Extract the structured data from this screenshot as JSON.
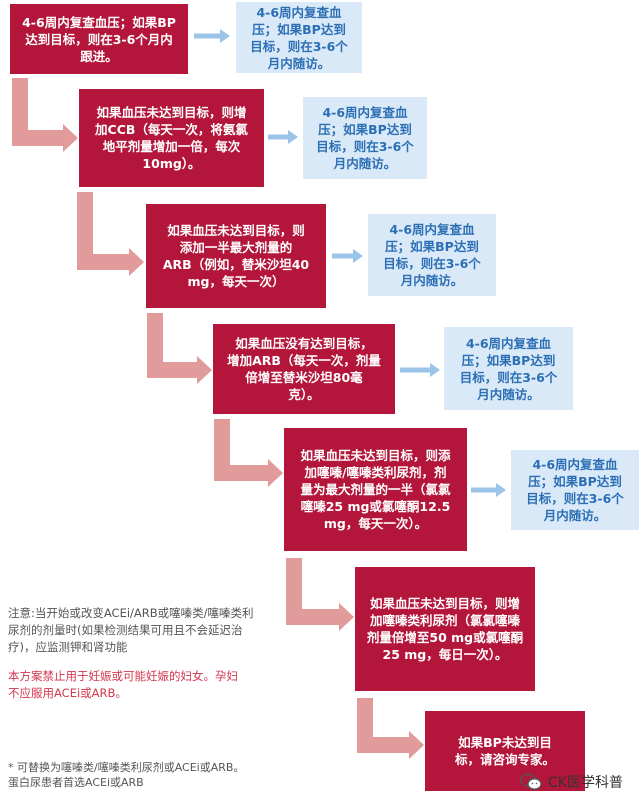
{
  "steps": [
    "4-6周内复查血压；如果BP\n达到目标，则在3-6个月内\n跟进。",
    "如果血压未达到目标，则增\n加CCB（每天一次，将氨氯\n地平剂量增加一倍，每次\n10mg）。",
    "如果血压未达到目标，则\n添加一半最大剂量的\nARB（例如，替米沙坦40\nmg，每天一次）",
    "如果血压没有达到目标，\n增加ARB（每天一次，剂量\n倍增至替米沙坦80毫\n克）。",
    "如果血压未达到目标，则添\n加噻嗪/噻嗪类利尿剂，剂\n量为最大剂量的一半（氯氯\n噻嗪25 mg或氯噻酮12.5\nmg，每天一次）。",
    "如果血压未达到目标，则增\n加噻嗪类利尿剂（氯氯噻嗪\n剂量倍增至50 mg或氯噻酮\n25 mg，每日一次）。",
    "如果BP未达到目\n标，请咨询专家。"
  ],
  "followups": [
    "4-6周内复查血\n压；如果BP达到\n目标，则在3-6个\n月内随访。",
    "4-6周内复查血\n压；如果BP达到\n目标，则在3-6个\n月内随访。",
    "4-6周内复查血\n压；如果BP达到\n目标，则在3-6个\n月内随访。",
    "4-6周内复查血\n压；如果BP达到\n目标，则在3-6个\n月内随访。",
    "4-6周内复查血\n压；如果BP达到\n目标，则在3-6个\n月内随访。"
  ],
  "notes": {
    "caution": "注意:当开始或改变ACEi/ARB或噻嗪类/噻嗪类利\n尿剂的剂量时(如果检测结果可用且不会延迟治\n疗)，应监测钾和肾功能",
    "pregnancy": "本方案禁止用于妊娠或可能妊娠的妇女。孕妇\n不应服用ACEi或ARB。",
    "footnote": "*    可替换为噻嗪类/噻嗪类利尿剂或ACEi或ARB。\n蛋白尿患者首选ACEi或ARB"
  },
  "watermark": {
    "icon": "wechat-icon",
    "text": "CK医学科普"
  },
  "colors": {
    "step": "#b3163a",
    "followup_bg": "#d9e9f7",
    "followup_text": "#2c6fb5",
    "down_arrow": "#e29b9b",
    "side_arrow": "#9cc3e8"
  }
}
